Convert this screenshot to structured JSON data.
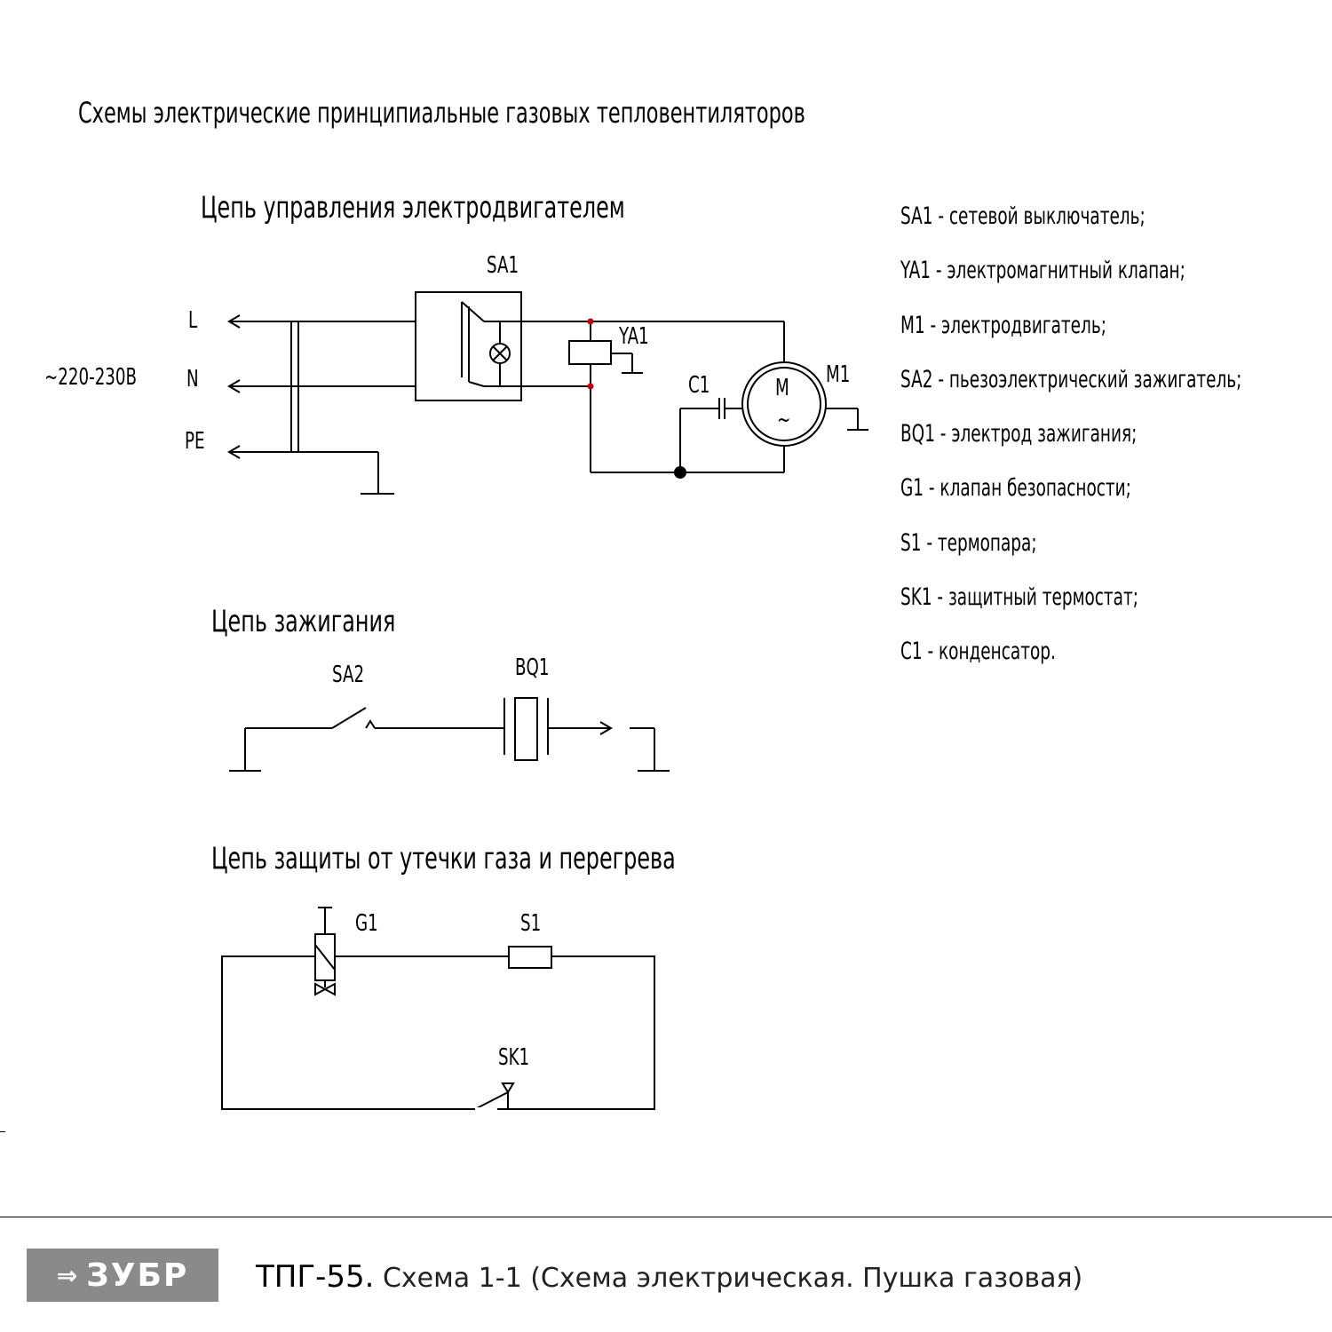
{
  "title": "Схемы электрические принципиальные газовых тепловентиляторов",
  "sections": {
    "motor": "Цепь управления электродвигателем",
    "ignition": "Цепь зажигания",
    "protection": "Цепь защиты от утечки газа и перегрева"
  },
  "labels": {
    "voltage": "~220-230В",
    "L": "L",
    "N": "N",
    "PE": "PE",
    "SA1": "SA1",
    "YA1": "YA1",
    "C1": "C1",
    "M1": "M1",
    "motor_M": "M",
    "motor_ac": "~",
    "SA2": "SA2",
    "BQ1": "BQ1",
    "G1": "G1",
    "S1": "S1",
    "SK1": "SK1"
  },
  "legend": [
    "SA1 - сетевой выключатель;",
    "YA1 - электромагнитный клапан;",
    "M1 - электродвигатель;",
    "SA2 - пьезоэлектрический зажигатель;",
    "BQ1 - электрод зажигания;",
    "G1 - клапан безопасности;",
    "S1 - термопара;",
    "SK1 - защитный термостат;",
    "C1 - конденсатор."
  ],
  "footer": {
    "logo_text": "ЗУБР",
    "model": "ТПГ-55.",
    "caption": "Схема 1-1 (Схема электрическая. Пушка газовая)"
  },
  "colors": {
    "line": "#000000",
    "junction_red": "#cc0000",
    "logo_bg": "#8a8a8a"
  }
}
